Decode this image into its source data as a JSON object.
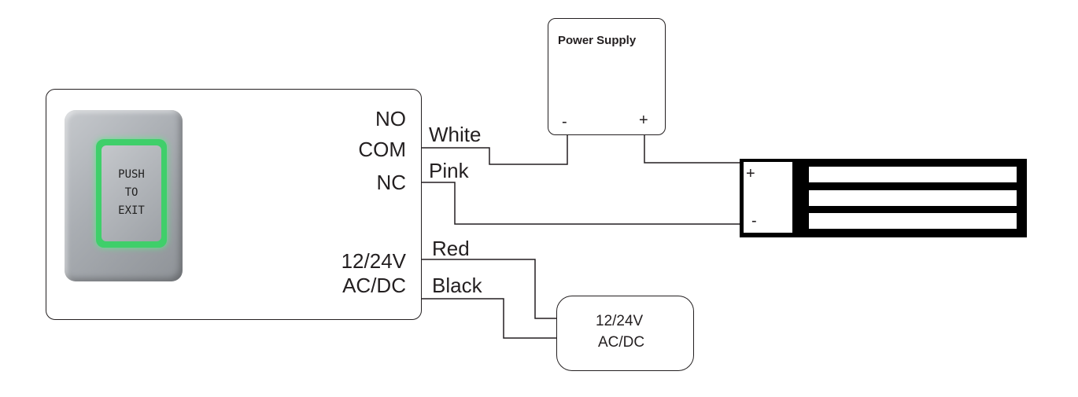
{
  "controller": {
    "terminals": [
      "NO",
      "COM",
      "NC",
      "12/24V",
      "AC/DC"
    ],
    "button_text": [
      "PUSH",
      "TO",
      "EXIT"
    ],
    "button_glow_color": "#3fcf6a",
    "button_body_color": "#a9adb2"
  },
  "wires": {
    "white": "White",
    "pink": "Pink",
    "red": "Red",
    "black": "Black"
  },
  "power_supply": {
    "title": "Power Supply",
    "minus": "-",
    "plus": "+"
  },
  "adapter": {
    "line1": "12/24V",
    "line2": "AC/DC"
  },
  "maglock": {
    "plus": "+",
    "minus": "-",
    "color": "#000000"
  }
}
